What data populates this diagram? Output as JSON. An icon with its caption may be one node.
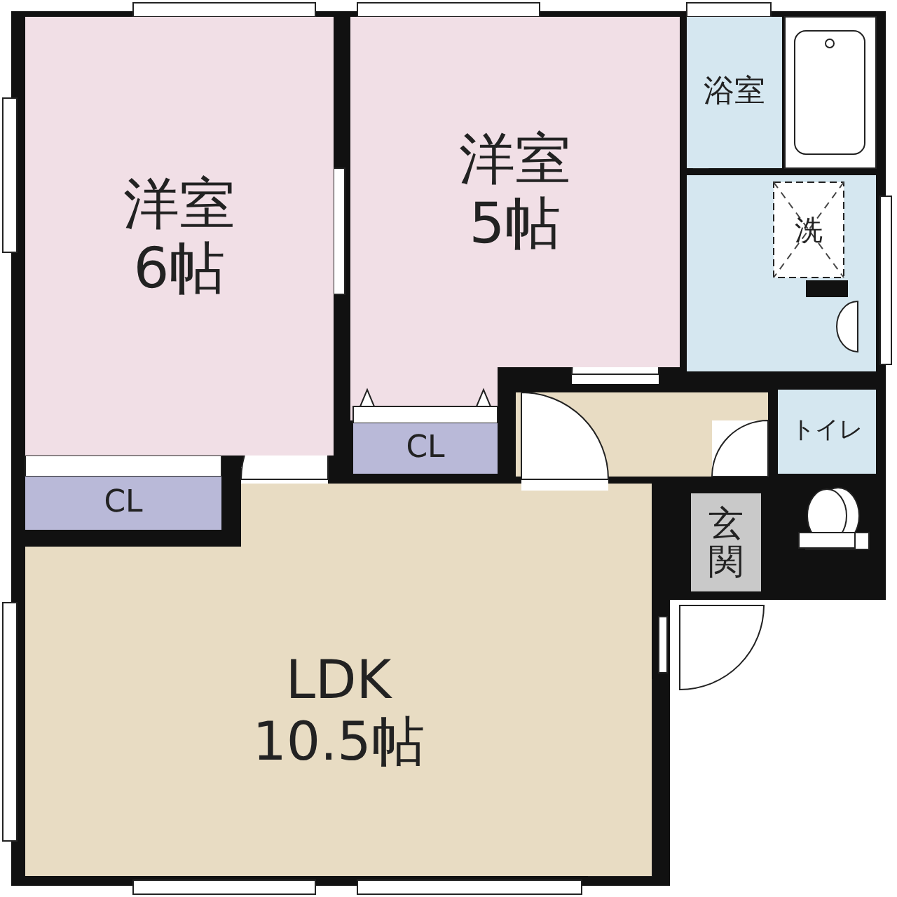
{
  "diagram": {
    "nodes": [
      {
        "text": [
          "洋室",
          "6帖"
        ]
      },
      {
        "text": [
          "洋室",
          "5帖"
        ]
      },
      {
        "text": [
          "浴室"
        ]
      },
      {
        "text": [
          "洗"
        ]
      },
      {
        "text": [
          "CL"
        ]
      },
      {
        "text": [
          "CL"
        ]
      },
      {
        "text": [
          "トイレ"
        ]
      },
      {
        "text": [
          "玄関"
        ]
      },
      {
        "text": [
          "LDK",
          "10.5帖"
        ]
      }
    ]
  }
}
